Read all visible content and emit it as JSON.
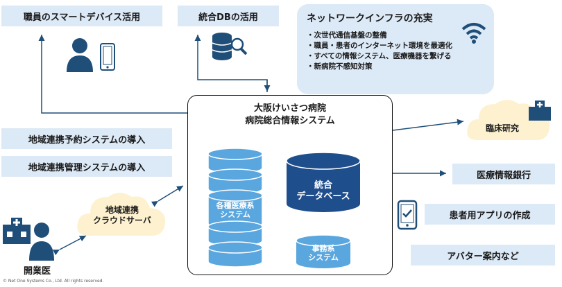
{
  "top_boxes": {
    "smart_devices": "職員のスマートデバイス活用",
    "integrated_db_use": "統合DBの活用"
  },
  "network": {
    "title": "ネットワークインフラの充実",
    "items": [
      "次世代通信基盤の整備",
      "職員・患者のインターネット環境を最適化",
      "すべての情報システム、医療機器を繋げる",
      "新病院不感知対策"
    ]
  },
  "left_boxes": {
    "reservation": "地域連携予約システムの導入",
    "management": "地域連携管理システムの導入"
  },
  "cloud_server": {
    "line1": "地域連携",
    "line2": "クラウドサーバ"
  },
  "clinic_label": "開業医",
  "hub": {
    "title_line1": "大阪けいさつ病院",
    "title_line2": "病院総合情報システム",
    "various_line1": "各種医療系",
    "various_line2": "システム",
    "integrated_line1": "統合",
    "integrated_line2": "データベース",
    "office_line1": "事務系",
    "office_line2": "システム"
  },
  "right": {
    "clinical_research": "臨床研究",
    "medical_bank": "医療情報銀行",
    "patient_app": "患者用アプリの作成",
    "avatar": "アバター案内など"
  },
  "copyright": "© Net One Systems Co., Ltd. All rights reserved.",
  "colors": {
    "light_box": "#dce9f6",
    "cylinder_light": "#5aa6de",
    "cylinder_dark": "#1f4e8c",
    "icon_navy": "#1f4e79",
    "cloud": "#fdf1d0"
  }
}
